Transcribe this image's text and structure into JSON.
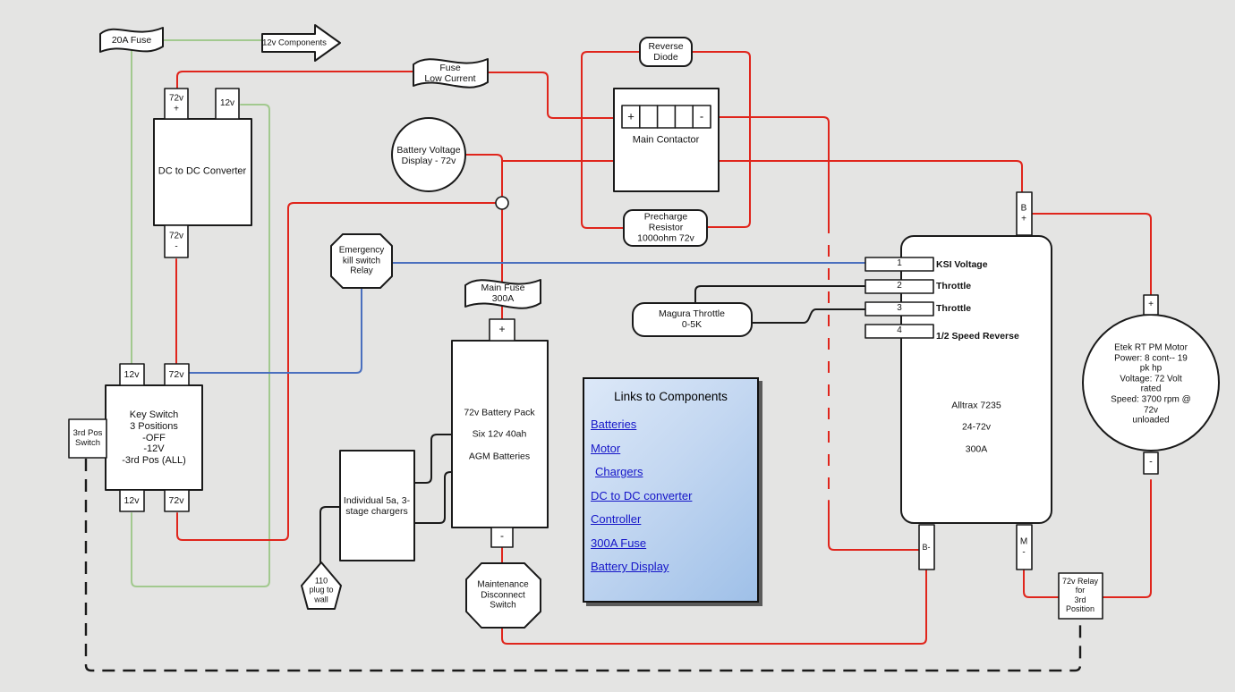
{
  "colors": {
    "bg": "#e4e4e3",
    "wire_red": "#e0251c",
    "wire_green": "#a2c98f",
    "wire_blue": "#4a6fbe",
    "wire_black": "#1a1a1a",
    "line": "#1a1a1a"
  },
  "diagram": {
    "fuse_20a": "20A Fuse",
    "components_12v": "12v Components",
    "fuse_low_current": "Fuse\nLow Current",
    "battery_voltage_display": "Battery Voltage\nDisplay - 72v",
    "reverse_diode": "Reverse\nDiode",
    "main_contactor": "Main Contactor",
    "contactor_plus": "+",
    "contactor_minus": "-",
    "precharge_resistor": "Precharge\nResistor\n1000ohm 72v",
    "emergency_relay": "Emergency\nkill switch\nRelay",
    "main_fuse": "Main Fuse\n300A",
    "dc_dc_converter": "DC to DC Converter",
    "dcdc_72v_plus": "72v\n+",
    "dcdc_12v": "12v",
    "dcdc_72v_minus": "72v\n-",
    "key_switch": "Key Switch\n3 Positions\n-OFF\n-12V\n-3rd Pos (ALL)",
    "key_top_12v": "12v",
    "key_top_72v": "72v",
    "key_bottom_12v": "12v",
    "key_bottom_72v": "72v",
    "third_pos_switch": "3rd Pos\nSwitch",
    "battery_pack": "72v Battery Pack\n\nSix 12v 40ah\n\nAGM Batteries",
    "battery_plus": "+",
    "battery_minus": "-",
    "chargers": "Individual 5a, 3-\nstage chargers",
    "plug_110": "110\nplug to\nwall",
    "maintenance_switch": "Maintenance\nDisconnect\nSwitch",
    "magura_throttle": "Magura Throttle\n0-5K",
    "controller": "Alltrax 7235\n\n24-72v\n\n300A",
    "input_1": "1",
    "input_2": "2",
    "input_3": "3",
    "input_4": "4",
    "input_1_label": "KSI Voltage",
    "input_2_label": "Throttle",
    "input_3_label": "Throttle",
    "input_4_label": "1/2 Speed Reverse",
    "terminal_b_plus": "B\n+",
    "terminal_b_minus": "B-",
    "terminal_m_minus": "M\n-",
    "relay_72v": "72v Relay\nfor\n3rd\nPosition",
    "motor": "Etek RT PM Motor\nPower: 8 cont-- 19 pk hp\nVoltage: 72 Volt rated\nSpeed: 3700 rpm @ 72v\nunloaded",
    "motor_plus": "+",
    "motor_minus": "-"
  },
  "links_panel": {
    "title": "Links to Components",
    "links": [
      "Batteries",
      "Motor",
      "Chargers",
      "DC to DC converter",
      "Controller",
      "300A Fuse",
      "Battery Display"
    ]
  }
}
